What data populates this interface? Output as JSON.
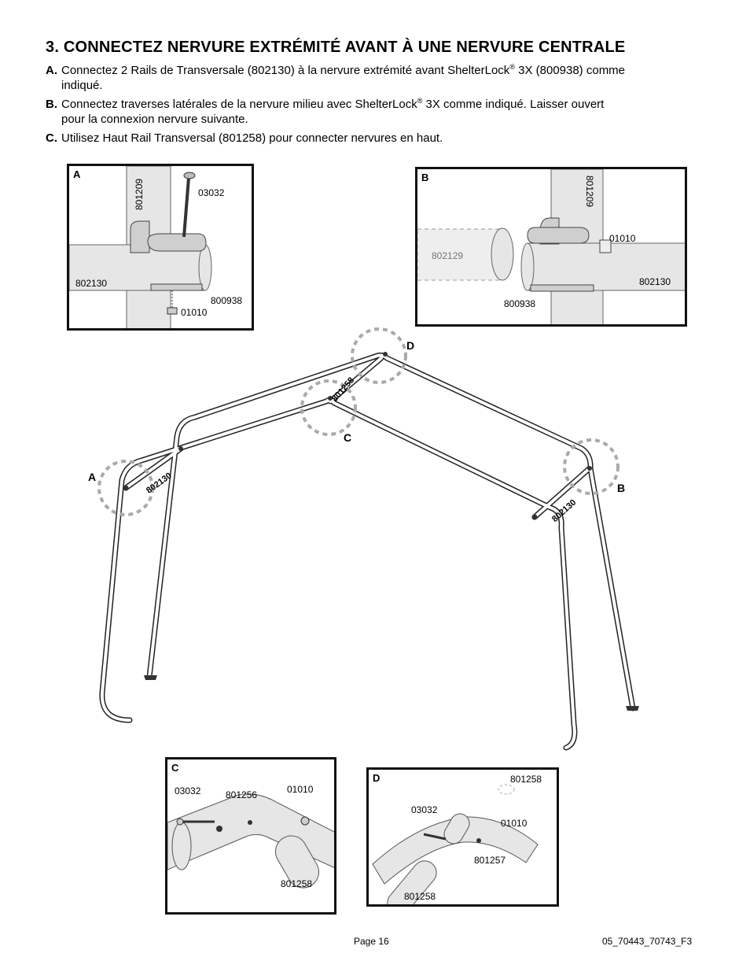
{
  "heading": "3. CONNECTEZ NERVURE EXTRÉMITÉ AVANT À UNE NERVURE CENTRALE",
  "steps": [
    {
      "key": "A.",
      "line1_pre": "Connectez 2 Rails de Transversale (802130) à la nervure extrémité avant ShelterLock",
      "reg": "®",
      "line1_post": " 3X (800938) comme",
      "line2": "indiqué."
    },
    {
      "key": "B.",
      "line1_pre": "Connectez traverses latérales de la nervure milieu avec ShelterLock",
      "reg": "®",
      "line1_post": " 3X comme indiqué. Laisser ouvert",
      "line2": "pour la connexion nervure suivante."
    },
    {
      "key": "C.",
      "line1_pre": "Utilisez Haut Rail Transversal (801258) pour connecter nervures en haut.",
      "reg": "",
      "line1_post": "",
      "line2": ""
    }
  ],
  "panels": {
    "a": {
      "label": "A",
      "parts": [
        "801209",
        "03032",
        "802130",
        "800938",
        "01010"
      ]
    },
    "b": {
      "label": "B",
      "parts": [
        "801209",
        "01010",
        "802129",
        "802130",
        "800938"
      ]
    },
    "c": {
      "label": "C",
      "parts": [
        "03032",
        "801256",
        "01010",
        "801258"
      ]
    },
    "d": {
      "label": "D",
      "parts": [
        "801258",
        "03032",
        "01010",
        "801257",
        "801258"
      ]
    }
  },
  "frame": {
    "callouts": [
      "D",
      "C",
      "A",
      "B"
    ],
    "rail_labels": [
      "801258",
      "802130",
      "802130"
    ]
  },
  "footer": {
    "page": "Page 16",
    "code": "05_70443_70743_F3"
  }
}
